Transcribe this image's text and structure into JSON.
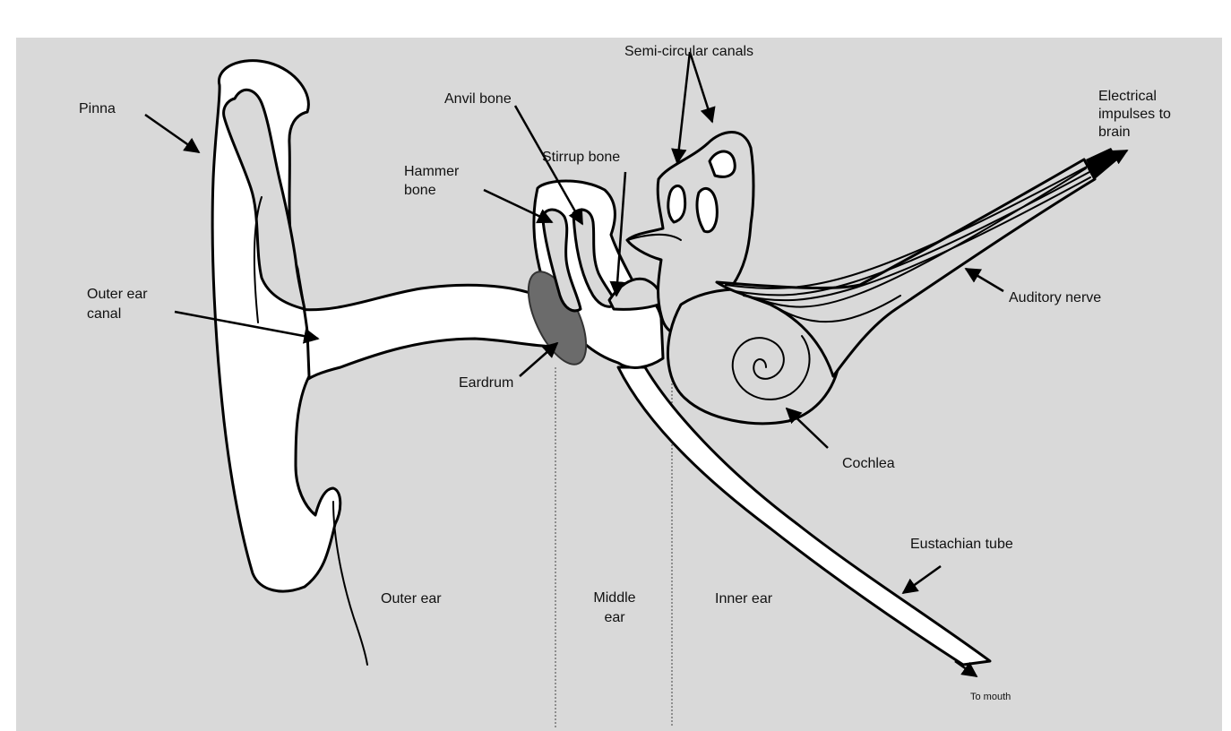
{
  "labels": {
    "pinna": "Pinna",
    "outer_canal_1": "Outer ear",
    "outer_canal_2": "canal",
    "hammer_1": "Hammer",
    "hammer_2": "bone",
    "anvil": "Anvil bone",
    "stirrup": "Stirrup bone",
    "semicircular": "Semi-circular canals",
    "electrical_1": "Electrical",
    "electrical_2": "impulses to",
    "electrical_3": "brain",
    "auditory": "Auditory nerve",
    "eardrum": "Eardrum",
    "cochlea": "Cochlea",
    "eustachian": "Eustachian tube",
    "to_mouth": "To mouth",
    "outer_ear": "Outer ear",
    "middle_1": "Middle",
    "middle_2": "ear",
    "inner_ear": "Inner ear"
  },
  "colors": {
    "background": "#d9d9d9",
    "eardrum": "#6b6b6b",
    "line": "#000000"
  }
}
